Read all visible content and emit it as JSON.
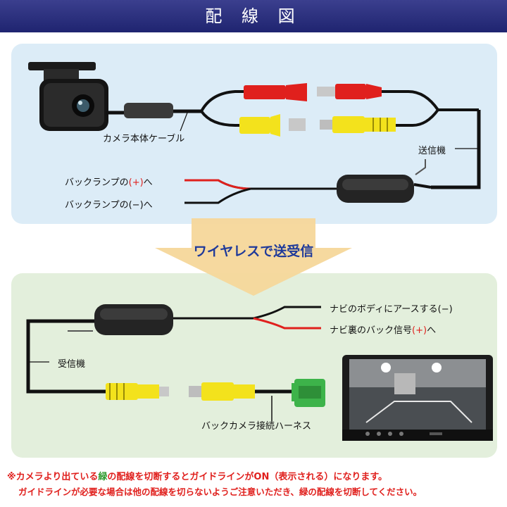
{
  "header": {
    "title": "配 線 図"
  },
  "transfer": {
    "label": "ワイヤレスで送受信"
  },
  "top": {
    "camera_cable": "カメラ本体ケーブル",
    "transmitter": "送信機",
    "lamp_plus_prefix": "バックランプの",
    "lamp_plus_sign": "(+)",
    "lamp_plus_suffix": "へ",
    "lamp_minus": "バックランプの(−)へ"
  },
  "bottom": {
    "nav_ground": "ナビのボディにアースする(−)",
    "nav_back_prefix": "ナビ裏のバック信号",
    "nav_back_sign": "(+)",
    "nav_back_suffix": "へ",
    "receiver": "受信機",
    "harness": "バックカメラ接続ハーネス"
  },
  "footer": {
    "line1_a": "※カメラより出ている",
    "line1_green": "緑",
    "line1_b": "の配線を切断するとガイドラインがON（表示される）になります。",
    "line2": "ガイドラインが必要な場合は他の配線を切らないようご注意いただき、緑の配線を切断してください。"
  },
  "colors": {
    "header_bg": "#2a2f7e",
    "panel_top": "#dcecf7",
    "panel_bottom": "#e3efdc",
    "rca_red": "#e0201d",
    "rca_yellow": "#f3e21c",
    "connector_green": "#3db34a",
    "arrow": "#f5d79a",
    "note_red": "#e0201d",
    "note_green": "#2e9a2e"
  }
}
